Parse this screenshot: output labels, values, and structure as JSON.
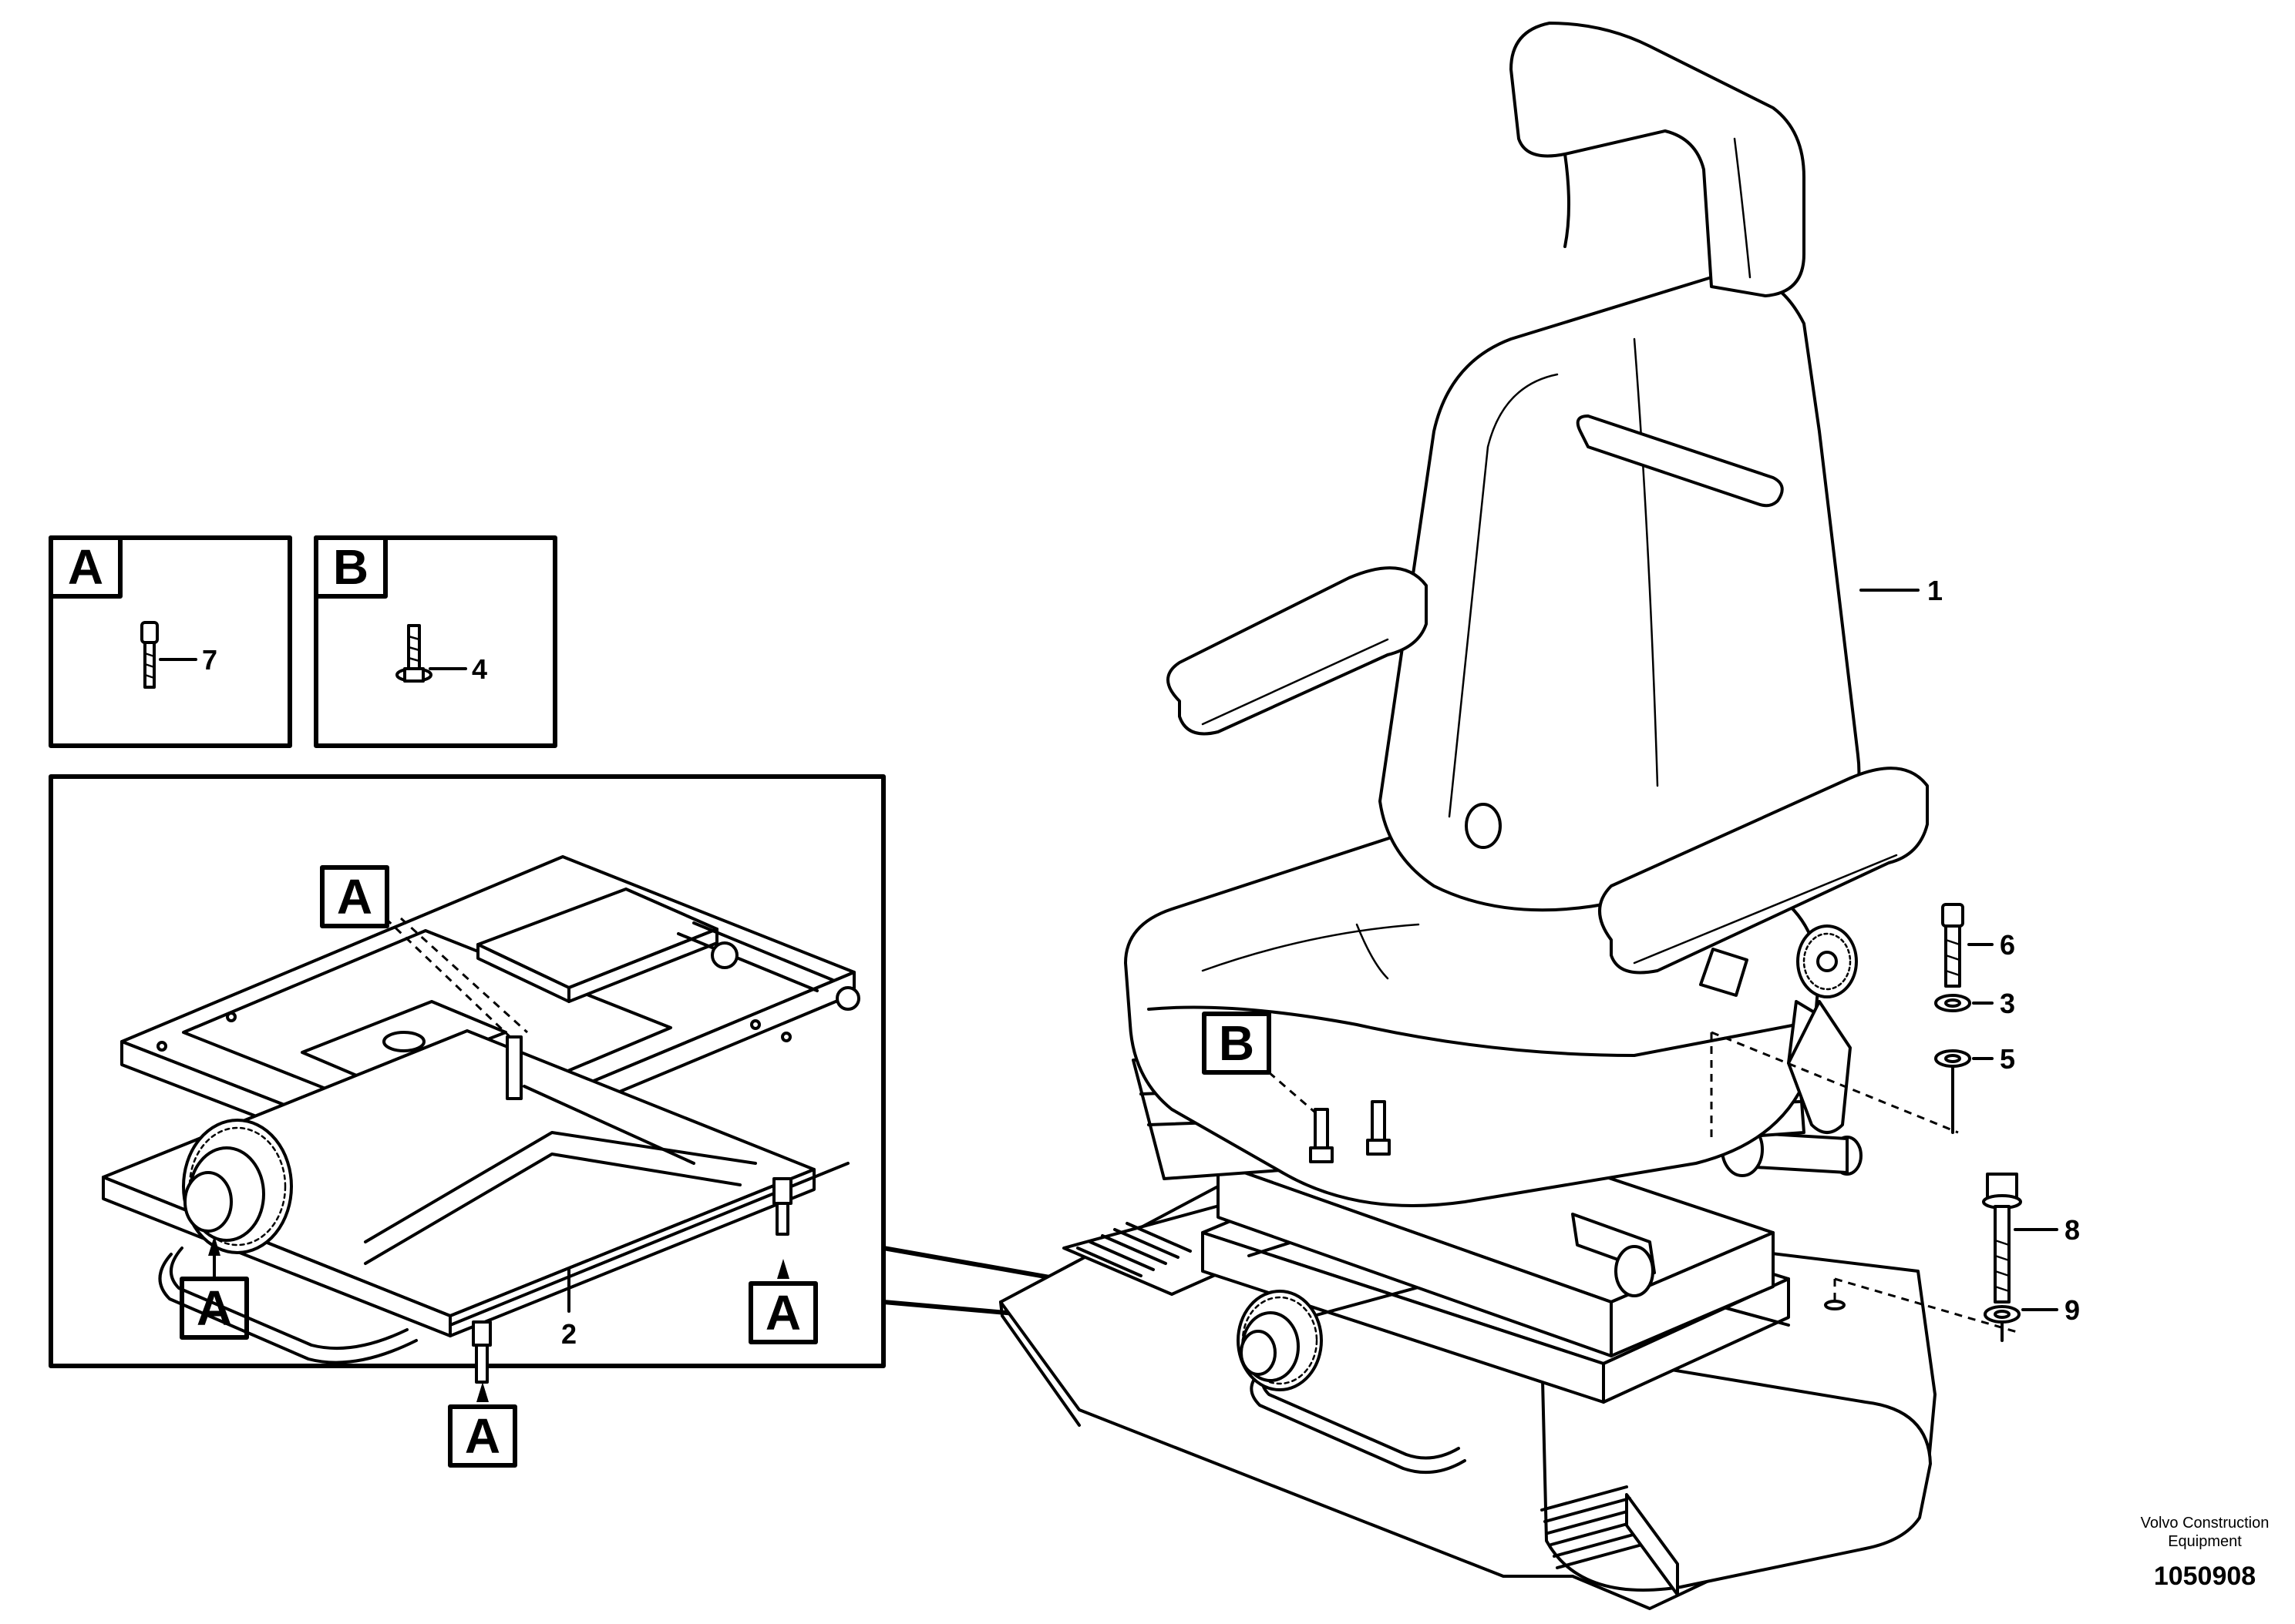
{
  "labels": {
    "ref_a": "A",
    "ref_b": "B"
  },
  "callouts": {
    "seat": "1",
    "suspension": "2",
    "washer_upper": "3",
    "flange_screw": "4",
    "washer_lower": "5",
    "cap_screw": "6",
    "socket_screw": "7",
    "hex_screw": "8",
    "washer_base": "9"
  },
  "footer": {
    "company_line1": "Volvo Construction",
    "company_line2": "Equipment",
    "drawing_number": "1050908"
  }
}
